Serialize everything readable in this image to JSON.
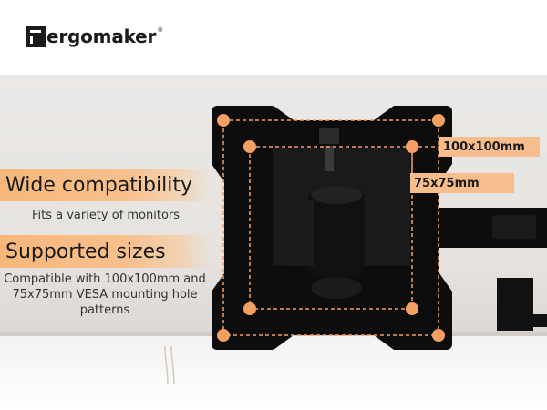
{
  "brand": {
    "name": "ergomaker",
    "registered_mark": "®"
  },
  "features": [
    {
      "title": "Wide compatibility",
      "caption": "Fits a variety of monitors"
    },
    {
      "title": "Supported sizes",
      "caption": "Compatible with 100x100mm and 75x75mm VESA mounting hole patterns"
    }
  ],
  "dimensions": {
    "large": "100x100mm",
    "small": "75x75mm"
  },
  "colors": {
    "accent": "#f5a063",
    "plate": "#0d0d0d",
    "banner": "#f8c08d"
  }
}
